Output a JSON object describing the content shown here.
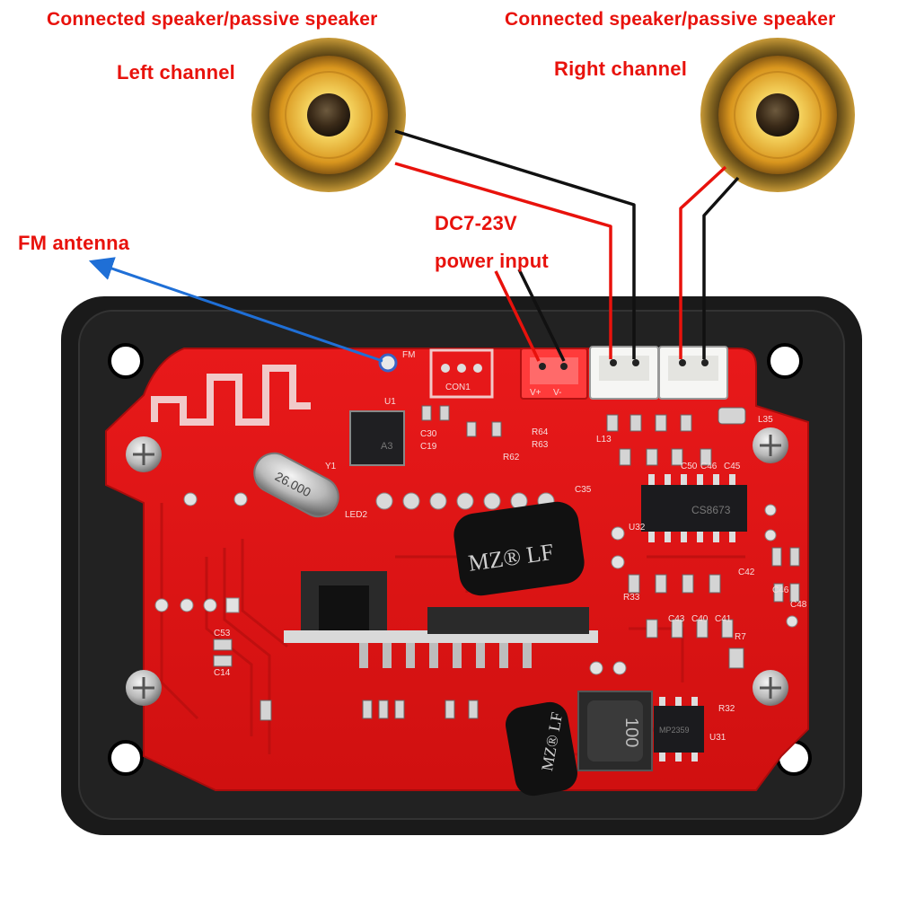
{
  "labels": {
    "left_speaker_title": "Connected speaker/passive speaker",
    "right_speaker_title": "Connected speaker/passive speaker",
    "left_channel": "Left channel",
    "right_channel": "Right channel",
    "dc_voltage": "DC7-23V",
    "power_input": "power input",
    "fm_antenna": "FM antenna"
  },
  "pcb_text": {
    "crystal": "26.000",
    "inductor_large": "MZ® LF",
    "inductor_small": "MZ® LF",
    "power_inductor": "100",
    "amp_chip": "CS8673",
    "regulator_chip": "MP2359",
    "connector": "CON1",
    "silk": [
      "U1",
      "Y1",
      "LED2",
      "C35",
      "U32",
      "R33",
      "C43",
      "C40",
      "C41",
      "C42",
      "C46",
      "C48",
      "R7",
      "R32",
      "U31",
      "L35",
      "C53",
      "C14",
      "C50",
      "C46",
      "C45",
      "L13",
      "R64",
      "R63",
      "R62",
      "C30",
      "C19",
      "FM",
      "V+",
      "V-"
    ]
  },
  "colors": {
    "label_red": "#e8120c",
    "pcb_red": "#e01414",
    "frame_black": "#1a1a1a",
    "wire_red": "#e8120c",
    "wire_black": "#111111",
    "antenna_arrow": "#1f6fd6",
    "speaker_cone": "#e2a52a"
  }
}
